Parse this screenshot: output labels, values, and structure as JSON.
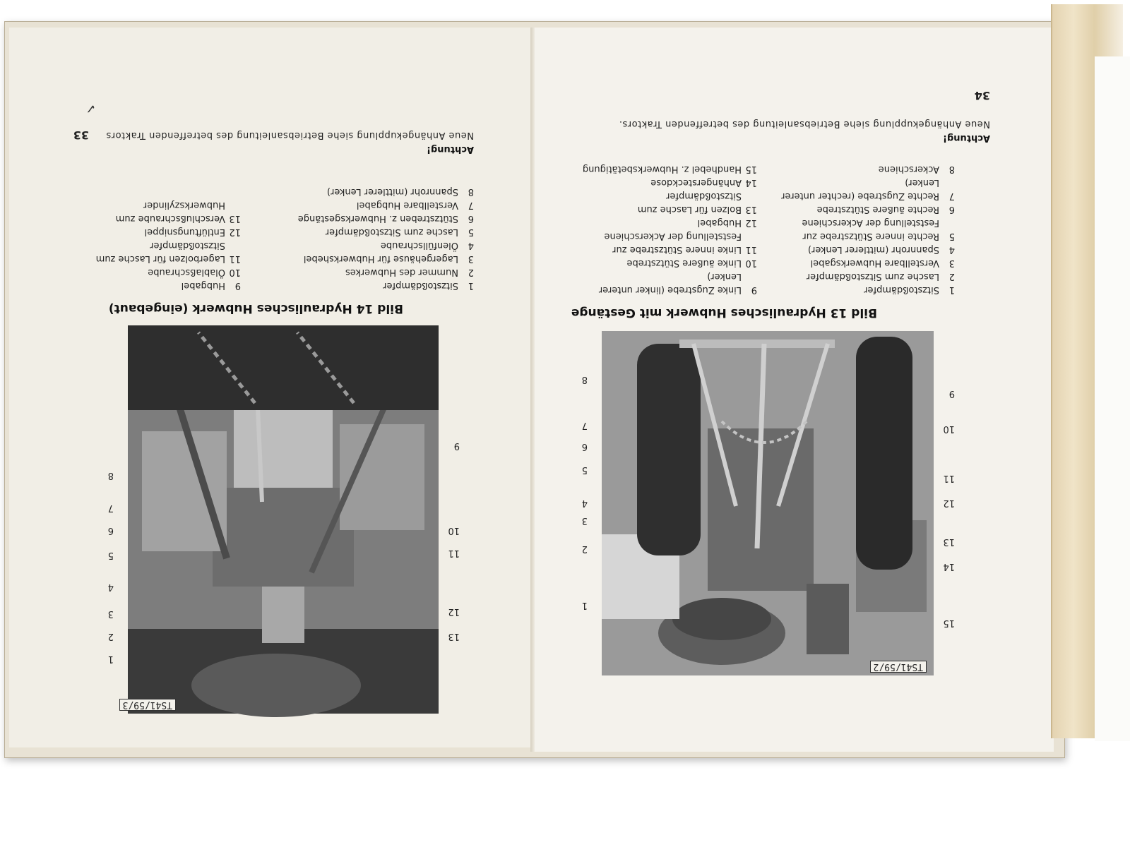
{
  "left_page": {
    "figure_title": "Bild 14 Hydraulisches Hubwerk (eingebaut)",
    "photo_code": "TS41/59/3",
    "legend_col1": [
      {
        "num": "1",
        "text": "Sitzstoßdämpfer"
      },
      {
        "num": "2",
        "text": "Nummer des Hubwerkes"
      },
      {
        "num": "3",
        "text": "Lagergehäuse für Hubwerkshebel"
      },
      {
        "num": "4",
        "text": "Ölenfüllschraube"
      },
      {
        "num": "5",
        "text": "Lasche zum Sitzstoßdämpfer"
      },
      {
        "num": "6",
        "text": "Stützstreben z. Hubwerksgestänge"
      },
      {
        "num": "7",
        "text": "Verstellbare Hubgabel"
      },
      {
        "num": "8",
        "text": "Spannrohr (mittlerer Lenker)"
      }
    ],
    "legend_col2": [
      {
        "num": "9",
        "text": "Hubgabel"
      },
      {
        "num": "10",
        "text": "Ölablaßschraube"
      },
      {
        "num": "11",
        "text": "Lagerbolzen für Lasche zum Sitzstoßdämpfer"
      },
      {
        "num": "12",
        "text": "Entlüftungsnippel"
      },
      {
        "num": "13",
        "text": "Verschlußschraube zum Hubwerkszylinder"
      }
    ],
    "note_head": "Achtung!",
    "note_text": "Neue Anhängekupplung siehe Betriebsanleitung des betreffenden Traktors",
    "page_number": "33",
    "callouts": [
      "1",
      "2",
      "3",
      "4",
      "5",
      "6",
      "7",
      "8",
      "9",
      "10",
      "11",
      "12",
      "13"
    ]
  },
  "right_page": {
    "figure_title": "Bild 13 Hydraulisches Hubwerk mit Gestänge",
    "photo_code": "TS41/59/2",
    "legend_col1": [
      {
        "num": "1",
        "text": "Sitzstoßdämpfer"
      },
      {
        "num": "2",
        "text": "Lasche zum Sitzstoßdämpfer"
      },
      {
        "num": "3",
        "text": "Verstellbare Hubwerksgabel"
      },
      {
        "num": "4",
        "text": "Spannrohr (mittlerer Lenker)"
      },
      {
        "num": "5",
        "text": "Rechte innere Stützstrebe zur Feststellung der Ackerschiene"
      },
      {
        "num": "6",
        "text": "Rechte äußere Stützstrebe"
      },
      {
        "num": "7",
        "text": "Rechte Zugstrebe (rechter unterer Lenker)"
      },
      {
        "num": "8",
        "text": "Ackerschiene"
      }
    ],
    "legend_col2": [
      {
        "num": "9",
        "text": "Linke Zugstrebe (linker unterer Lenker)"
      },
      {
        "num": "10",
        "text": "Linke äußere Stützstrebe"
      },
      {
        "num": "11",
        "text": "Linke innere Stützstrebe zur Feststellung der Ackerschiene"
      },
      {
        "num": "12",
        "text": "Hubgabel"
      },
      {
        "num": "13",
        "text": "Bolzen für Lasche zum Sitzstoßdämpfer"
      },
      {
        "num": "14",
        "text": "Anhängersteckdose"
      },
      {
        "num": "15",
        "text": "Handhebel z. Hubwerksbetätigung"
      }
    ],
    "note_head": "Achtung!",
    "note_text": "Neue Anhängekupplung siehe Betriebsanleitung des betreffenden Traktors.",
    "page_number": "34",
    "callouts": [
      "1",
      "2",
      "3",
      "4",
      "5",
      "6",
      "7",
      "8",
      "9",
      "10",
      "11",
      "12",
      "13",
      "14",
      "15"
    ]
  }
}
